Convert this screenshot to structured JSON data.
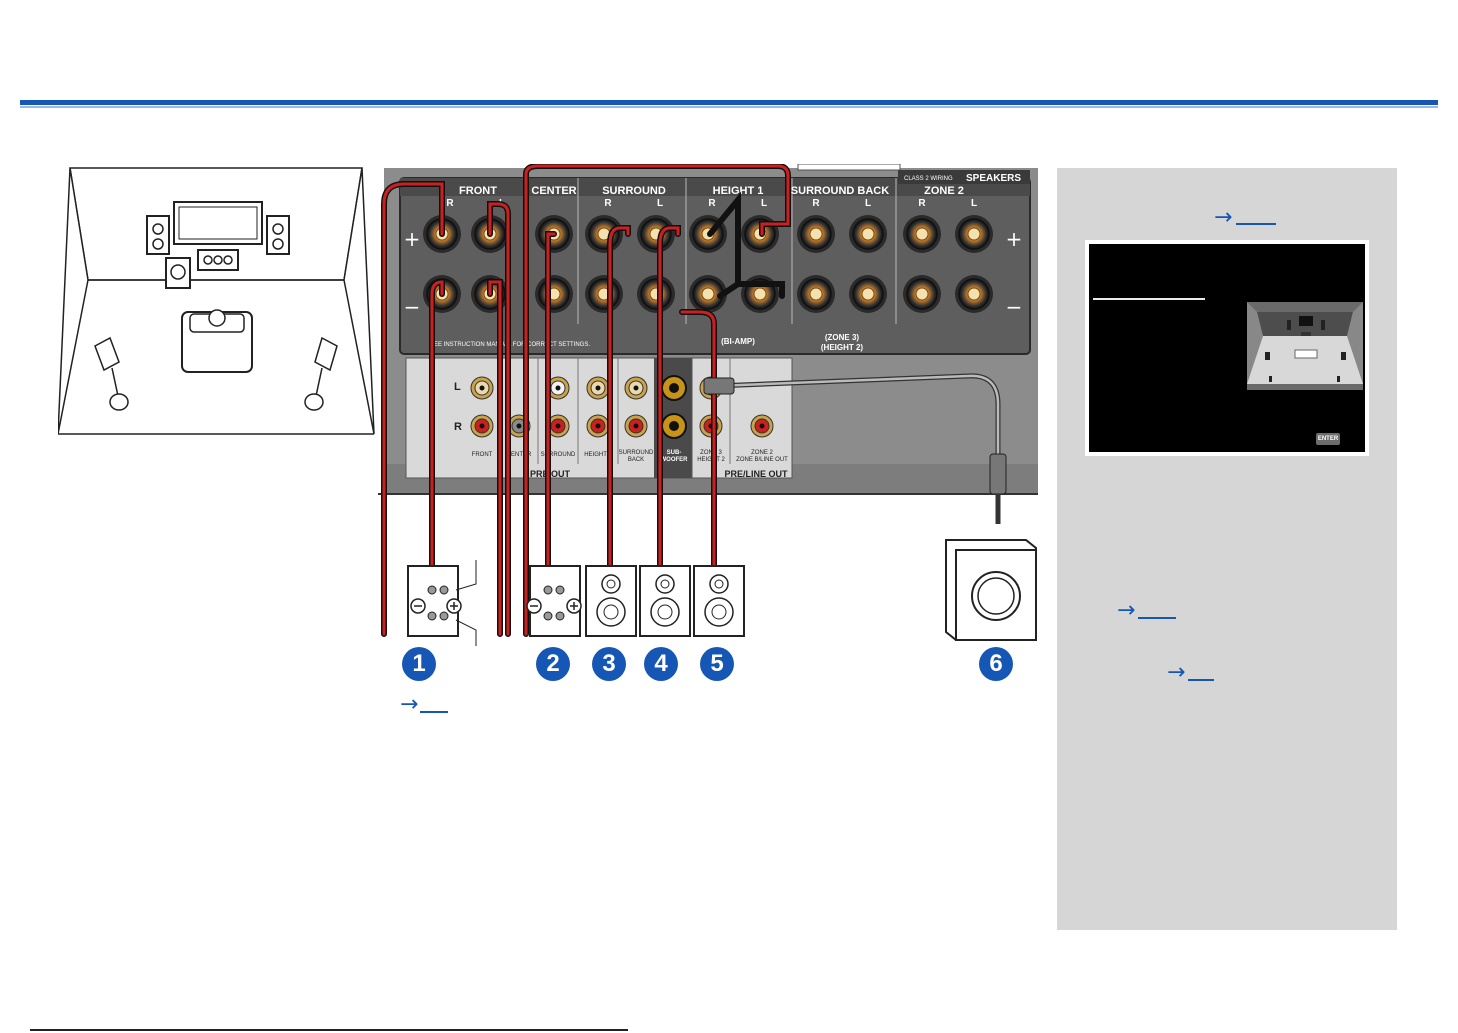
{
  "panel": {
    "groups": {
      "front": "FRONT",
      "center": "CENTER",
      "surround": "SURROUND",
      "height1": "HEIGHT 1",
      "surround_back": "SURROUND BACK",
      "zone2": "ZONE 2"
    },
    "class2": "CLASS 2 WIRING",
    "speakers": "SPEAKERS",
    "plus": "+",
    "minus": "−",
    "r": "R",
    "l": "L",
    "see_instruction": "SEE INSTRUCTION MANUAL FOR CORRECT SETTINGS.",
    "biamp": "(BI-AMP)",
    "zone3": "(ZONE 3)",
    "height2": "(HEIGHT 2)",
    "preout": {
      "front": "FRONT",
      "center": "CENTER",
      "surround": "SURROUND",
      "height1": "HEIGHT 1",
      "surround_back_1": "SURROUND",
      "surround_back_2": "BACK",
      "sub_1": "SUB-",
      "sub_2": "WOOFER",
      "zone3_1": "ZONE 3",
      "zone3_2": "HEIGHT 2",
      "zone2_1": "ZONE 2",
      "zone2_2": "ZONE B/LINE OUT",
      "pre_out": "PRE OUT",
      "pre_line_out": "PRE/LINE OUT"
    }
  },
  "badges": [
    "1",
    "2",
    "3",
    "4",
    "5",
    "6"
  ],
  "screen": {
    "enter": "ENTER"
  },
  "xrefs": [
    "→",
    "→",
    "→",
    "→"
  ]
}
